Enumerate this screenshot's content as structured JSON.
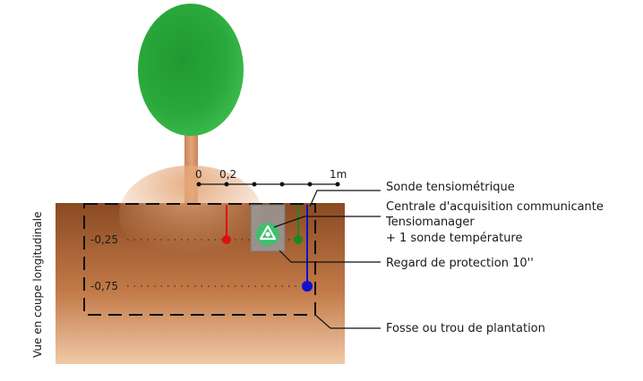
{
  "side_title": "Vue en coupe longitudinale",
  "scale": {
    "start": "0",
    "mid": "0,2",
    "end": "1m"
  },
  "depths": {
    "shallow": "-0,25",
    "deep": "-0,75"
  },
  "labels": {
    "sonde": "Sonde tensiométrique",
    "centrale_line1": "Centrale d'acquisition communicante",
    "centrale_line2": "Tensiomanager",
    "centrale_line3": "+ 1 sonde température",
    "regard": "Regard de protection 10''",
    "fosse": "Fosse ou trou de plantation"
  },
  "colors": {
    "foliage": "#1f8f2f",
    "trunk": "#d7966a",
    "soil_top": "#8a4a22",
    "soil_bottom": "#f0c9a8",
    "probe_red": "#e01010",
    "probe_green": "#1a8a1a",
    "probe_blue": "#1010d0",
    "regard_box": "#9a9a9a",
    "device": "#3fbf6f"
  },
  "icons": {
    "device": "tensiomanager-logo-icon"
  }
}
